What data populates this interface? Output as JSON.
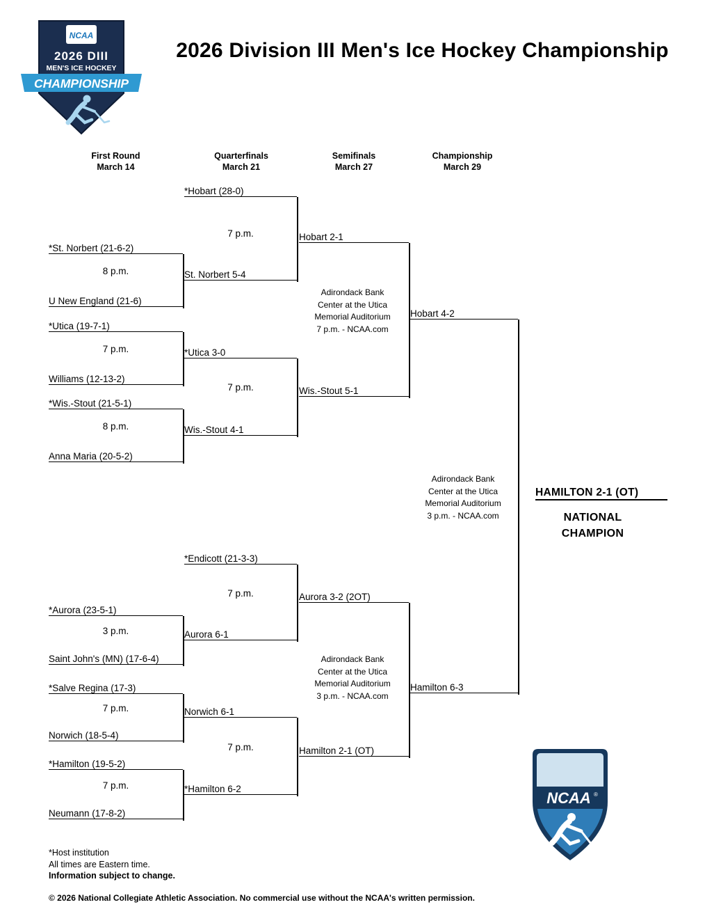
{
  "header": {
    "title": "2026 Division III Men's Ice Hockey Championship"
  },
  "logos": {
    "championship": {
      "ncaa": "NCAA",
      "year_division": "2026 DIII",
      "sport": "MEN'S ICE HOCKEY",
      "championship": "CHAMPIONSHIP"
    },
    "shield": {
      "ncaa": "NCAA",
      "reg": "®"
    }
  },
  "columns": [
    {
      "round": "First Round",
      "date": "March 14"
    },
    {
      "round": "Quarterfinals",
      "date": "March 21"
    },
    {
      "round": "Semifinals",
      "date": "March 27"
    },
    {
      "round": "Championship",
      "date": "March 29"
    }
  ],
  "first_round": {
    "slots": [
      "*St. Norbert (21-6-2)",
      "U New England (21-6)",
      "*Utica (19-7-1)",
      "Williams (12-13-2)",
      "*Wis.-Stout (21-5-1)",
      "Anna Maria (20-5-2)",
      "*Aurora (23-5-1)",
      "Saint John's (MN) (17-6-4)",
      "*Salve Regina (17-3)",
      "Norwich (18-5-4)",
      "*Hamilton (19-5-2)",
      "Neumann (17-8-2)"
    ],
    "times": [
      "8 p.m.",
      "7 p.m.",
      "8 p.m.",
      "3 p.m.",
      "7 p.m.",
      "7 p.m."
    ]
  },
  "quarterfinals": {
    "slots": [
      "*Hobart (28-0)",
      "St. Norbert 5-4",
      "*Utica  3-0",
      "Wis.-Stout 4-1",
      "*Endicott (21-3-3)",
      "Aurora 6-1",
      "Norwich 6-1",
      "*Hamilton 6-2"
    ],
    "times": [
      "7 p.m.",
      "7 p.m.",
      "7 p.m.",
      "7 p.m."
    ]
  },
  "semifinals": {
    "slots": [
      "Hobart 2-1",
      "Wis.-Stout 5-1",
      "Aurora 3-2 (2OT)",
      "Hamilton 2-1 (OT)"
    ],
    "venue_top": [
      "Adirondack Bank",
      "Center at the Utica",
      "Memorial Auditorium",
      "7 p.m. - NCAA.com"
    ],
    "venue_bottom": [
      "Adirondack Bank",
      "Center at the Utica",
      "Memorial Auditorium",
      "3 p.m. - NCAA.com"
    ]
  },
  "championship": {
    "slots": [
      "Hobart 4-2",
      "Hamilton 6-3"
    ],
    "venue": [
      "Adirondack Bank",
      "Center at the Utica",
      "Memorial Auditorium",
      "3 p.m. - NCAA.com"
    ]
  },
  "champion": {
    "result": "HAMILTON  2-1 (OT)",
    "label_line1": "NATIONAL",
    "label_line2": "CHAMPION"
  },
  "footnotes": [
    "*Host institution",
    "All times are Eastern time.",
    "Information subject to change."
  ],
  "copyright": "© 2026 National Collegiate Athletic Association.  No commercial use without the NCAA's written permission."
}
